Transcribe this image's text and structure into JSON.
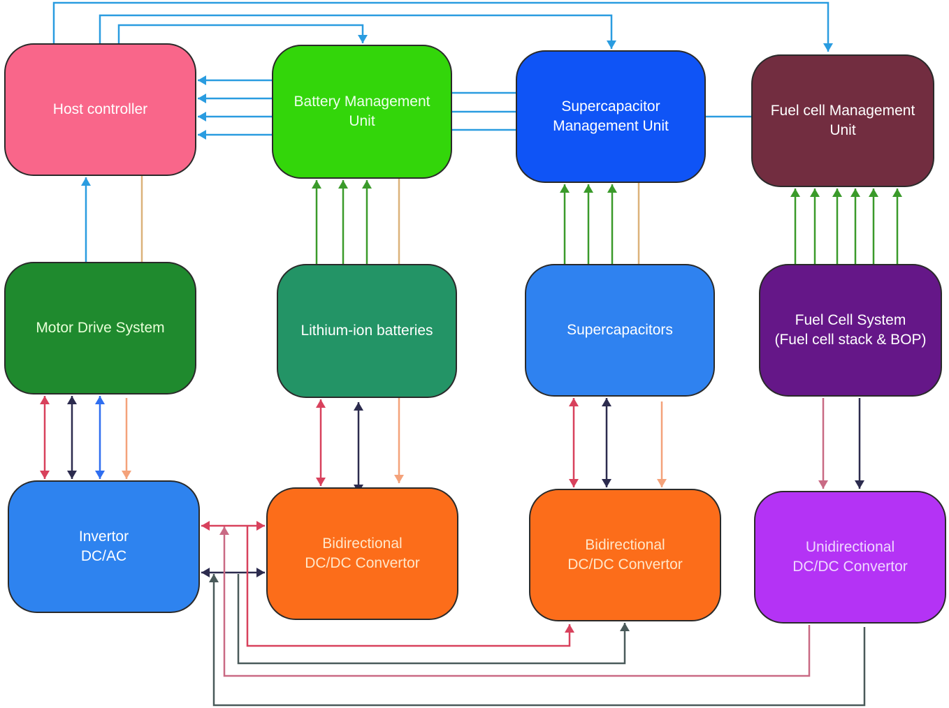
{
  "blocks": {
    "host": {
      "label": "Host controller",
      "fill": "#f9668a",
      "text": "#ffffff"
    },
    "bmu": {
      "label": "Battery Management\nUnit",
      "fill": "#33d60a",
      "text": "#eeffee"
    },
    "scmu": {
      "label": "Supercapacitor\nManagement Unit",
      "fill": "#0f54f6",
      "text": "#ffffff"
    },
    "fcmu": {
      "label": "Fuel cell Management\nUnit",
      "fill": "#722d40",
      "text": "#ffffff"
    },
    "motor": {
      "label": "Motor Drive System",
      "fill": "#1f8a2e",
      "text": "#e8ffd8"
    },
    "liion": {
      "label": "Lithium-ion batteries",
      "fill": "#239466",
      "text": "#ffffff"
    },
    "sc": {
      "label": "Supercapacitors",
      "fill": "#2f82f0",
      "text": "#ffffff"
    },
    "fcs": {
      "label": "Fuel Cell System\n(Fuel cell stack & BOP)",
      "fill": "#651788",
      "text": "#ffffff"
    },
    "inv": {
      "label": "Invertor\nDC/AC",
      "fill": "#2e83ef",
      "text": "#ffffff"
    },
    "bidi1": {
      "label": "Bidirectional\nDC/DC Convertor",
      "fill": "#fc6d1a",
      "text": "#ffe6c8"
    },
    "bidi2": {
      "label": "Bidirectional\nDC/DC Convertor",
      "fill": "#fc6d1a",
      "text": "#ffe6c8"
    },
    "uni": {
      "label": "Unidirectional\nDC/DC Convertor",
      "fill": "#b433f5",
      "text": "#f0d8ff"
    }
  },
  "colors": {
    "control": "#2a9ce0",
    "measurement": "#3a9a2a",
    "tan": "#dcb27a",
    "salmon": "#f4a27a",
    "power_red": "#d8415c",
    "power_dark": "#2c2b4e",
    "blue": "#2f6ef0",
    "gray": "#4a5a5a",
    "pink": "#c96a84"
  }
}
